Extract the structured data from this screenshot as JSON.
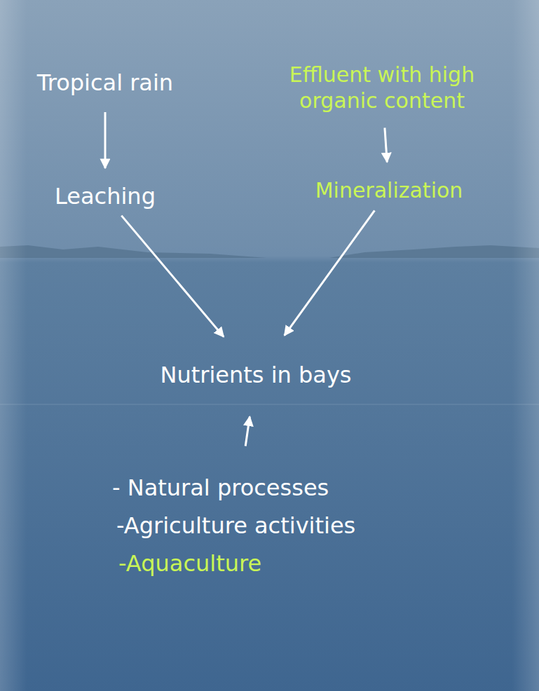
{
  "diagram": {
    "nodes": [
      {
        "text": [
          "Tropical rain"
        ]
      },
      {
        "text": [
          "Effluent with high organic content"
        ]
      },
      {
        "text": [
          "Leaching"
        ]
      },
      {
        "text": [
          "Mineralization"
        ]
      },
      {
        "text": [
          "Nutrients in bays"
        ]
      },
      {
        "text": [
          "- Natural processes",
          "-Agriculture activities",
          "-Aquaculture"
        ]
      }
    ],
    "edges": [
      {
        "from": 0,
        "to": 2,
        "arrow": "to"
      },
      {
        "from": 1,
        "to": 3,
        "arrow": "to"
      },
      {
        "from": 2,
        "to": 4,
        "arrow": "to"
      },
      {
        "from": 3,
        "to": 4,
        "arrow": "to"
      },
      {
        "from": 5,
        "to": 4,
        "arrow": "to"
      }
    ]
  }
}
